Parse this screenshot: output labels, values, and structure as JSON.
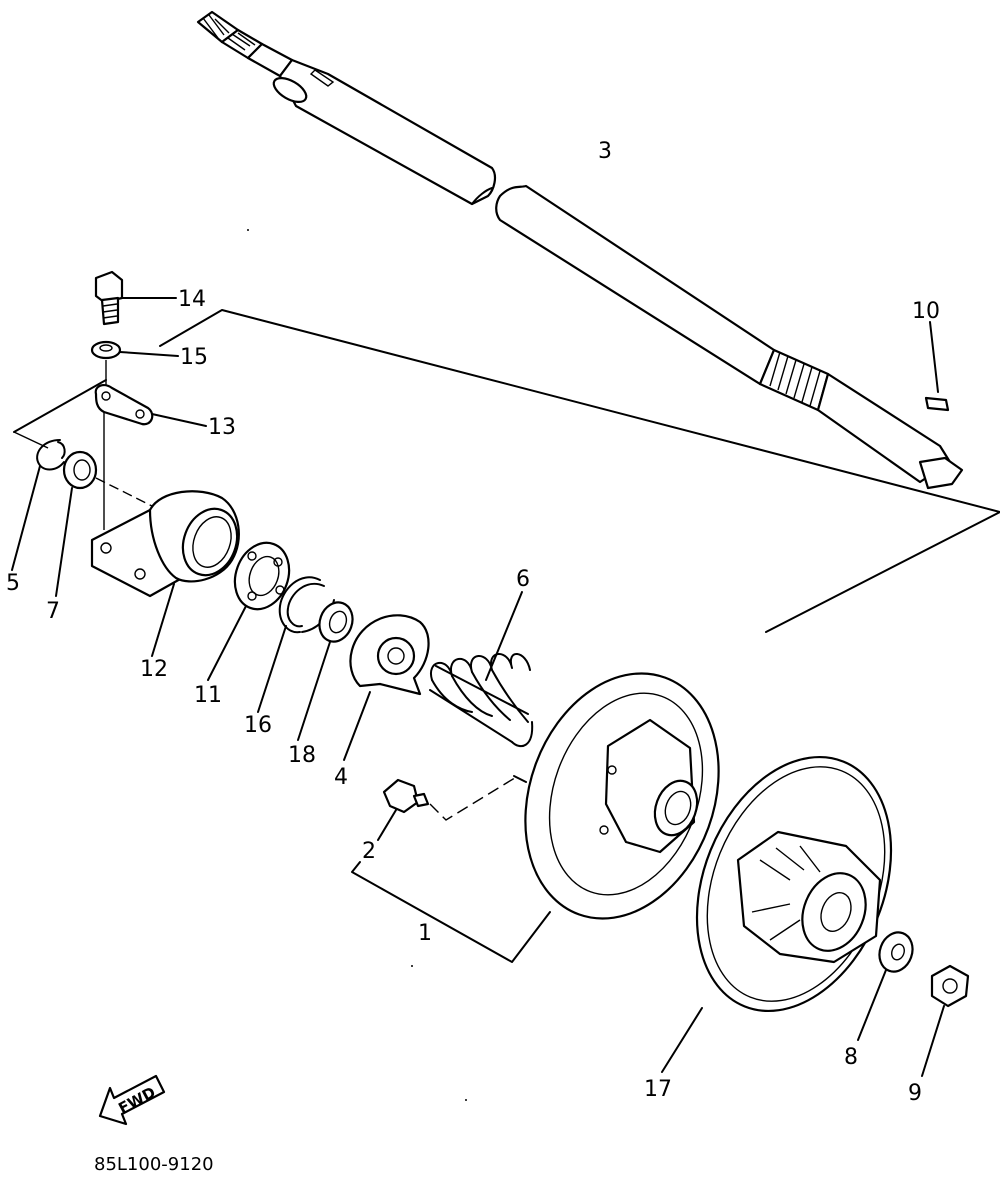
{
  "diagram": {
    "drawing_code": "85L100-9120",
    "direction_label": "FWD",
    "callouts": [
      {
        "id": "3",
        "text": "3"
      },
      {
        "id": "14",
        "text": "14"
      },
      {
        "id": "15",
        "text": "15"
      },
      {
        "id": "13",
        "text": "13"
      },
      {
        "id": "10",
        "text": "10"
      },
      {
        "id": "5",
        "text": "5"
      },
      {
        "id": "7",
        "text": "7"
      },
      {
        "id": "12",
        "text": "12"
      },
      {
        "id": "11",
        "text": "11"
      },
      {
        "id": "16",
        "text": "16"
      },
      {
        "id": "18",
        "text": "18"
      },
      {
        "id": "4",
        "text": "4"
      },
      {
        "id": "6",
        "text": "6"
      },
      {
        "id": "2",
        "text": "2"
      },
      {
        "id": "1",
        "text": "1"
      },
      {
        "id": "8",
        "text": "8"
      },
      {
        "id": "9",
        "text": "9"
      },
      {
        "id": "17",
        "text": "17"
      }
    ]
  }
}
